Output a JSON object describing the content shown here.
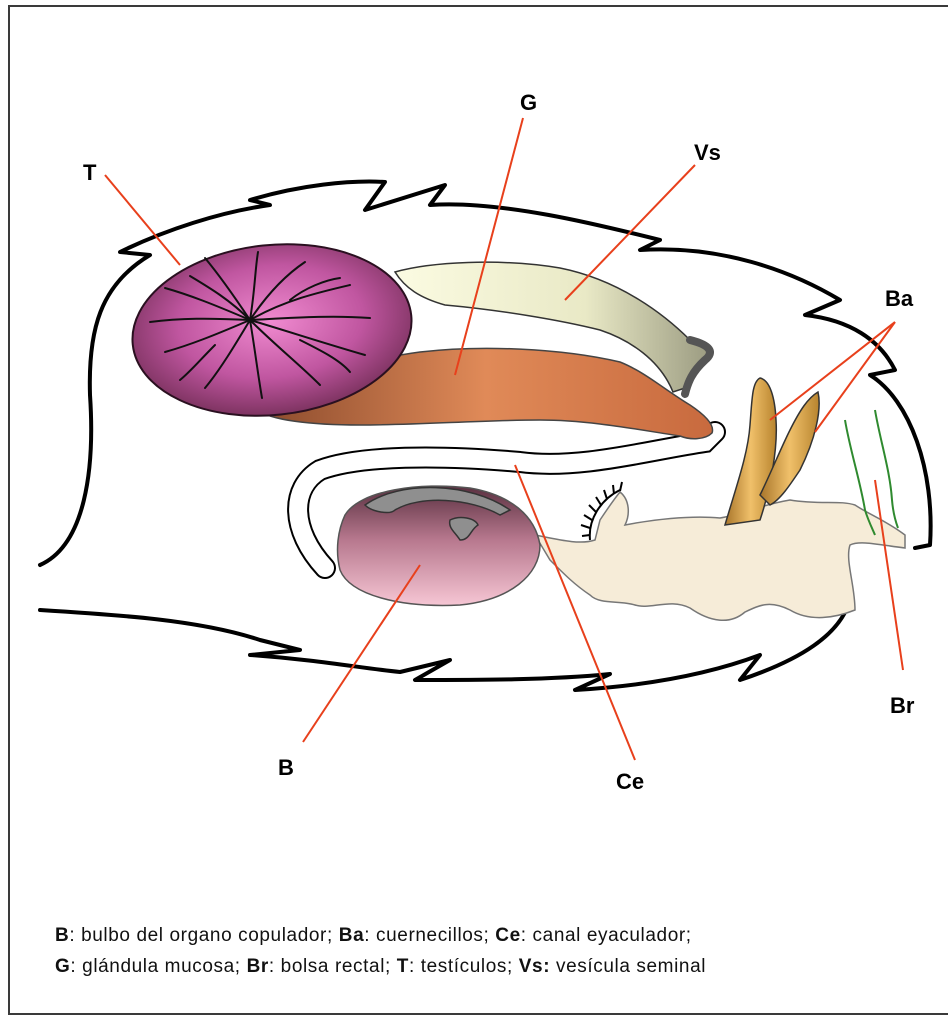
{
  "labels": {
    "T": "T",
    "G": "G",
    "Vs": "Vs",
    "Ba": "Ba",
    "Br": "Br",
    "B": "B",
    "Ce": "Ce"
  },
  "legend": {
    "line1": [
      {
        "key": "B",
        "text": ": bulbo del organo copulador; "
      },
      {
        "key": "Ba",
        "text": ": cuernecillos; "
      },
      {
        "key": "Ce",
        "text": ": canal eyaculador;"
      }
    ],
    "line2": [
      {
        "key": "G",
        "text": ": glándula mucosa; "
      },
      {
        "key": "Br",
        "text": ": bolsa rectal; "
      },
      {
        "key": "T",
        "text": ": testículos; "
      },
      {
        "key": "Vs:",
        "text": " vesícula seminal"
      }
    ]
  },
  "colors": {
    "testis": "#b0457e",
    "gland": "#cf7a4e",
    "vesicle": "#eeeec8",
    "bulb": "#e4aabf",
    "horns": "#d9a649",
    "duct_tract": "#f6ecd8",
    "leader": "#e8401c",
    "rectal_pouch": "#2f8a2f"
  }
}
